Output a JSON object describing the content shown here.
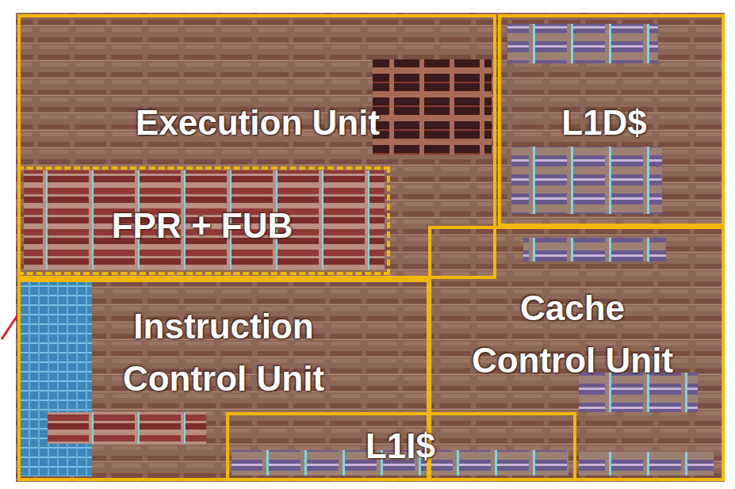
{
  "diagram": {
    "nodes": [
      {
        "text": [
          "Execution Unit"
        ]
      },
      {
        "text": [
          "FPR + FUB"
        ],
        "in": 0
      },
      {
        "text": [
          "L1D$"
        ]
      },
      {
        "text": [
          "Instruction Control Unit"
        ]
      },
      {
        "text": [
          "Cache Control Unit"
        ]
      },
      {
        "text": [
          "L1I$"
        ]
      }
    ]
  }
}
